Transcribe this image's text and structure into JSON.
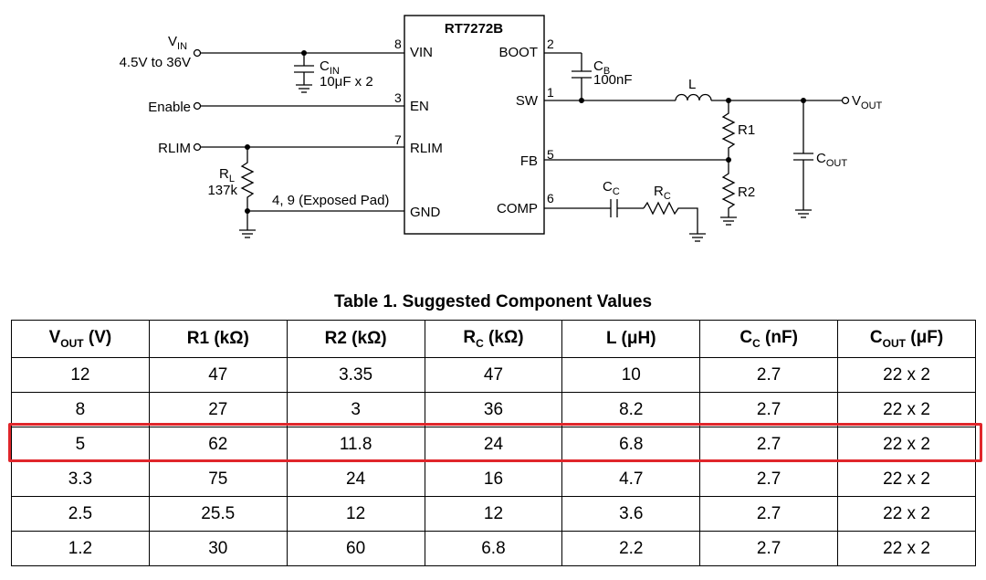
{
  "schematic": {
    "ic_name": "RT7272B",
    "pins": {
      "vin": {
        "num": "8",
        "label": "VIN"
      },
      "en": {
        "num": "3",
        "label": "EN"
      },
      "rlim": {
        "num": "7",
        "label": "RLIM"
      },
      "gnd_pin": {
        "label": "GND"
      },
      "boot": {
        "num": "2",
        "label": "BOOT"
      },
      "sw": {
        "num": "1",
        "label": "SW"
      },
      "fb": {
        "num": "5",
        "label": "FB"
      },
      "comp": {
        "num": "6",
        "label": "COMP"
      }
    },
    "gnd_note": "4, 9 (Exposed Pad)",
    "vin_label": "V",
    "vin_sub": "IN",
    "vin_range": "4.5V to 36V",
    "enable_label": "Enable",
    "rlim_label": "RLIM",
    "cin": {
      "main": "C",
      "sub": "IN",
      "value": "10μF x 2"
    },
    "cb": {
      "main": "C",
      "sub": "B",
      "value": "100nF"
    },
    "l_label": "L",
    "r1_label": "R1",
    "r2_label": "R2",
    "cc": {
      "main": "C",
      "sub": "C"
    },
    "rc": {
      "main": "R",
      "sub": "C"
    },
    "rl": {
      "main": "R",
      "sub": "L",
      "value": "137k"
    },
    "cout": {
      "main": "C",
      "sub": "OUT"
    },
    "vout": {
      "main": "V",
      "sub": "OUT"
    }
  },
  "table": {
    "title": "Table 1. Suggested Component Values",
    "headers": [
      {
        "main": "V",
        "sub": "OUT",
        "rest": " (V)"
      },
      {
        "main": "R1 (k",
        "sub": "",
        "rest": "Ω)"
      },
      {
        "main": "R2 (k",
        "sub": "",
        "rest": "Ω)"
      },
      {
        "main": "R",
        "sub": "C",
        "rest": " (kΩ)"
      },
      {
        "main": "L (",
        "sub": "",
        "rest": "μH)"
      },
      {
        "main": "C",
        "sub": "C",
        "rest": " (nF)"
      },
      {
        "main": "C",
        "sub": "OUT",
        "rest": " (μF)"
      }
    ],
    "rows": [
      [
        "12",
        "47",
        "3.35",
        "47",
        "10",
        "2.7",
        "22 x 2"
      ],
      [
        "8",
        "27",
        "3",
        "36",
        "8.2",
        "2.7",
        "22 x 2"
      ],
      [
        "5",
        "62",
        "11.8",
        "24",
        "6.8",
        "2.7",
        "22 x 2"
      ],
      [
        "3.3",
        "75",
        "24",
        "16",
        "4.7",
        "2.7",
        "22 x 2"
      ],
      [
        "2.5",
        "25.5",
        "12",
        "12",
        "3.6",
        "2.7",
        "22 x 2"
      ],
      [
        "1.2",
        "30",
        "60",
        "6.8",
        "2.2",
        "2.7",
        "22 x 2"
      ]
    ],
    "highlighted_row_index": 2,
    "highlight_color": "#e0262b"
  }
}
